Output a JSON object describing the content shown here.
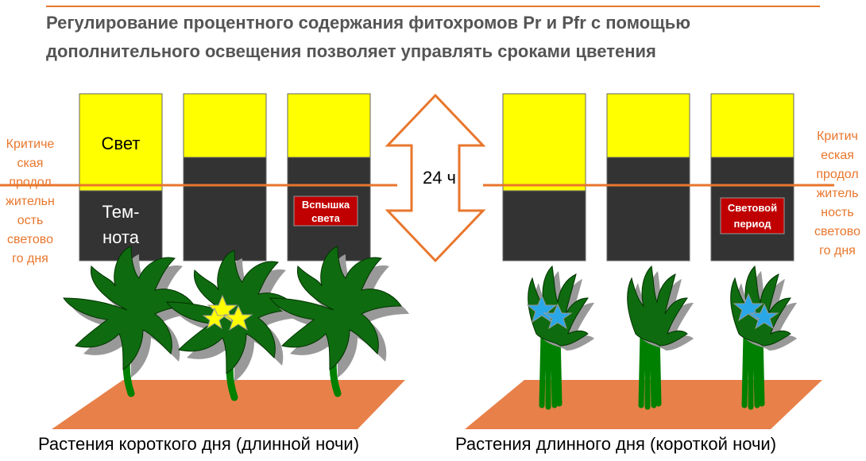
{
  "title": {
    "line1_a": "Регулирование процентного содержания фитохромов ",
    "pr": "Pr",
    "and": " и ",
    "pfr": "Pfr",
    "line1_b": " с помощью",
    "line2": "дополнительного освещения позволяет управлять сроками цветения"
  },
  "left_side_label": [
    "Критиче",
    "ская",
    "продол",
    "жительн",
    "ость",
    "светово",
    "го дня"
  ],
  "right_side_label": [
    "Критич",
    "еская",
    "продол",
    "житель",
    "ность",
    "светово",
    "го дня"
  ],
  "bar1": {
    "light_label": "Свет",
    "dark_label_1": "Тем-",
    "dark_label_2": "нота"
  },
  "flash_label": [
    "Вспышка",
    "света"
  ],
  "light_period_label": [
    "Световой",
    "период"
  ],
  "hours_label": "24 ч",
  "caption_left": "Растения короткого дня (длинной ночи)",
  "caption_right": "Растения длинного дня (короткой ночи)",
  "colors": {
    "accent_orange": "#E8762C",
    "light": "#FFFF00",
    "dark": "#333333",
    "flash_red": "#C00000",
    "leaf_green": "#0F6B0F",
    "soil": "#E8804A",
    "star_yellow": "#FFFF00",
    "star_blue": "#2AA7E6"
  },
  "icons": [
    "double-arrow-icon",
    "plant-icon",
    "star-icon"
  ]
}
